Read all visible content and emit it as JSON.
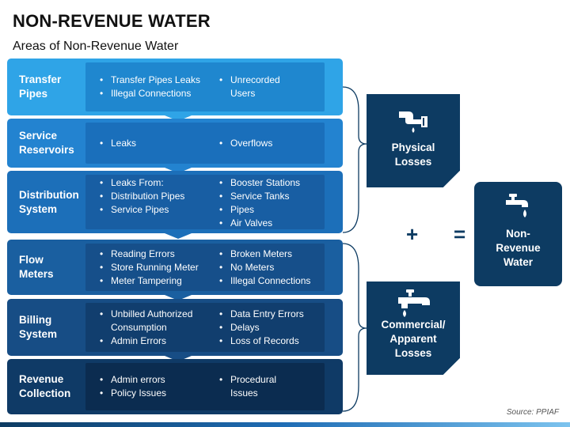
{
  "title": "NON-REVENUE WATER",
  "subtitle": "Areas of Non-Revenue Water",
  "rows": [
    {
      "label": [
        "Transfer",
        "Pipes"
      ],
      "col1": [
        "Transfer Pipes Leaks",
        "Illegal Connections"
      ],
      "col2": [
        "Unrecorded",
        "Users"
      ]
    },
    {
      "label": [
        "Service",
        "Reservoirs"
      ],
      "col1": [
        "Leaks"
      ],
      "col2": [
        "Overflows"
      ]
    },
    {
      "label": [
        "Distribution",
        "System"
      ],
      "col1": [
        "Leaks From:",
        "Distribution Pipes",
        "Service Pipes"
      ],
      "col2": [
        "Booster Stations",
        "Service Tanks",
        "Pipes",
        "Air Valves"
      ]
    },
    {
      "label": [
        "Flow",
        "Meters"
      ],
      "col1": [
        "Reading Errors",
        "Store Running Meter",
        "Meter Tampering"
      ],
      "col2": [
        "Broken Meters",
        "No Meters",
        "Illegal Connections"
      ]
    },
    {
      "label": [
        "Billing",
        "System"
      ],
      "col1": [
        "Unbilled Authorized",
        "Consumption",
        "Admin Errors"
      ],
      "col2": [
        "Data Entry Errors",
        "Delays",
        "Loss of Records"
      ]
    },
    {
      "label": [
        "Revenue",
        "Collection"
      ],
      "col1": [
        "Admin errors",
        "Policy Issues"
      ],
      "col2": [
        "Procedural",
        "Issues"
      ]
    }
  ],
  "physical": {
    "line1": "Physical",
    "line2": "Losses",
    "icon": "leaking-pipe-icon"
  },
  "commercial": {
    "line1": "Commercial/",
    "line2": "Apparent",
    "line3": "Losses",
    "icon": "faucet-icon"
  },
  "result": {
    "line1": "Non-",
    "line2": "Revenue",
    "line3": "Water",
    "icon": "dripping-tap-icon"
  },
  "plus": "+",
  "equals": "=",
  "source": "Source: PPIAF",
  "colors": {
    "row_bg": [
      "#2fa4e7",
      "#2383d0",
      "#1c6fb9",
      "#1a5fa0",
      "#174d85",
      "#0f3a66"
    ],
    "panel_bg": [
      "#1f87cf",
      "#1a6fbb",
      "#185ea3",
      "#164f8a",
      "#113e6e",
      "#0b2c50"
    ],
    "card": "#0d3b62"
  }
}
